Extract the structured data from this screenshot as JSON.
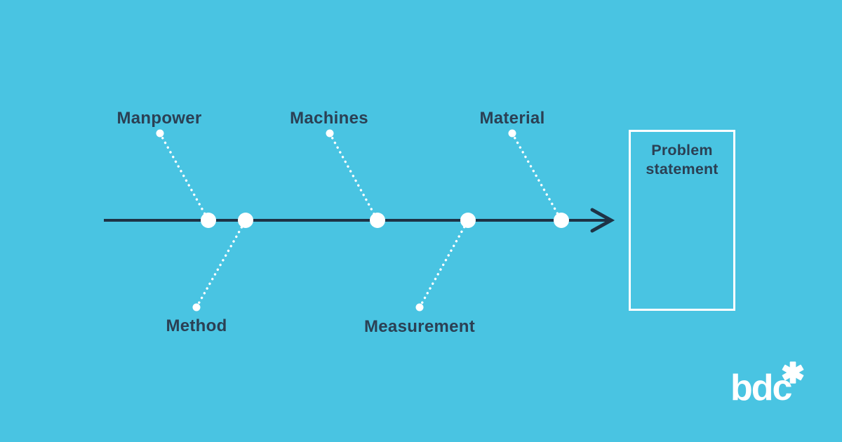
{
  "colors": {
    "background": "#49c4e2",
    "text": "#2b4054",
    "line": "#1e3346",
    "white": "#ffffff"
  },
  "diagram": {
    "type": "fishbone",
    "causes_top": [
      "Manpower",
      "Machines",
      "Material"
    ],
    "causes_bottom": [
      "Method",
      "Measurement"
    ],
    "effect": {
      "label": "Problem statement"
    }
  },
  "logo": {
    "text": "bdc",
    "mark": "asterisk"
  }
}
